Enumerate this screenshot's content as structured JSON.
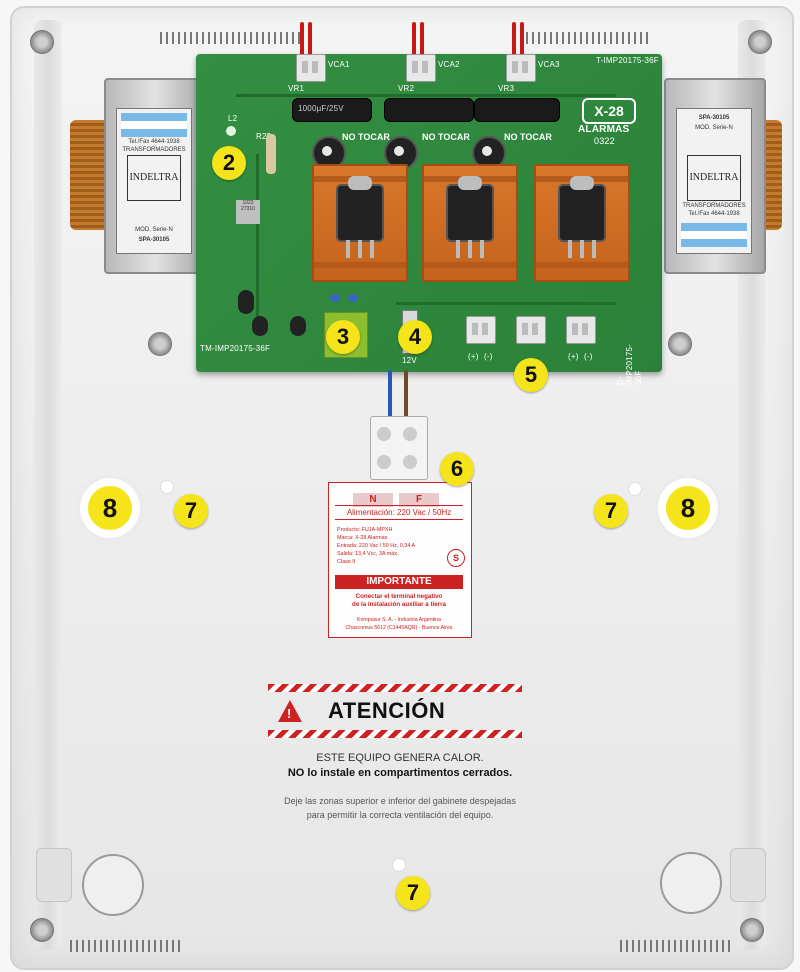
{
  "markers": [
    "2",
    "3",
    "4",
    "5",
    "6",
    "7",
    "7",
    "7",
    "8",
    "8"
  ],
  "pcb": {
    "silk_regs": [
      "VR1",
      "VR2",
      "VR3"
    ],
    "silk_vca": [
      "VCA1",
      "VCA2",
      "VCA3"
    ],
    "no_tocar": "NO TOCAR",
    "brand": "X-28",
    "alarmas": "ALARMAS",
    "code": "0322",
    "model_top": "T-IMP20175-36F",
    "model_left": "TM-IMP20175-36F",
    "model_right": "D-IMP20175-36F",
    "resistor": "R25",
    "led": "L2",
    "small_chip": "1023 27310",
    "v12": "12V",
    "polarity": [
      "(+)",
      "(-)",
      "(+)",
      "(-)"
    ],
    "cap_label": "1000µF/25V"
  },
  "transformer_left": {
    "brand": "INDELTRA",
    "sub": "TRANSFORMADORES",
    "tel": "Tel./Fax 4644-1938",
    "mod": "MOD. Serie-N",
    "part": "SPA-30105"
  },
  "transformer_right": {
    "brand": "INDELTRA",
    "sub": "TRANSFORMADORES",
    "tel": "Tel./Fax 4644-1938",
    "mod": "MOD. Serie-N",
    "part": "SPA-30105"
  },
  "label": {
    "n": "N",
    "f": "F",
    "feed": "Alimentación: 220 Vac / 50Hz",
    "producto": "Producto: FUJA-MPXH",
    "marca": "Marca: X-28 Alarmas",
    "entrada": "Entrada: 220 Vac / 50 Hz, 0,34 A",
    "salida": "Salida: 13,4 Vcc, 3A máx.",
    "clase": "Clase II",
    "s_mark": "S",
    "importante": "IMPORTANTE",
    "imp_line1": "Conectar el terminal negativo",
    "imp_line2": "de la instalación auxiliar a tierra",
    "company1": "Kompusur S. A. - Industria Argentina",
    "company2": "Chascomus 5612 (C1440AQR) - Buenos Aires"
  },
  "warning": {
    "title": "ATENCIÓN",
    "exclaim": "!",
    "line1": "ESTE EQUIPO GENERA CALOR.",
    "line2": "NO lo instale en compartimentos cerrados.",
    "line3": "Deje las zonas superior e inferior del gabinete despejadas",
    "line4": "para permitir la correcta ventilación del equipo."
  },
  "colors": {
    "marker": "#f5e41a",
    "pcb": "#2f8a3e",
    "heatsink": "#d9782a",
    "warning_red": "#cc2222"
  }
}
